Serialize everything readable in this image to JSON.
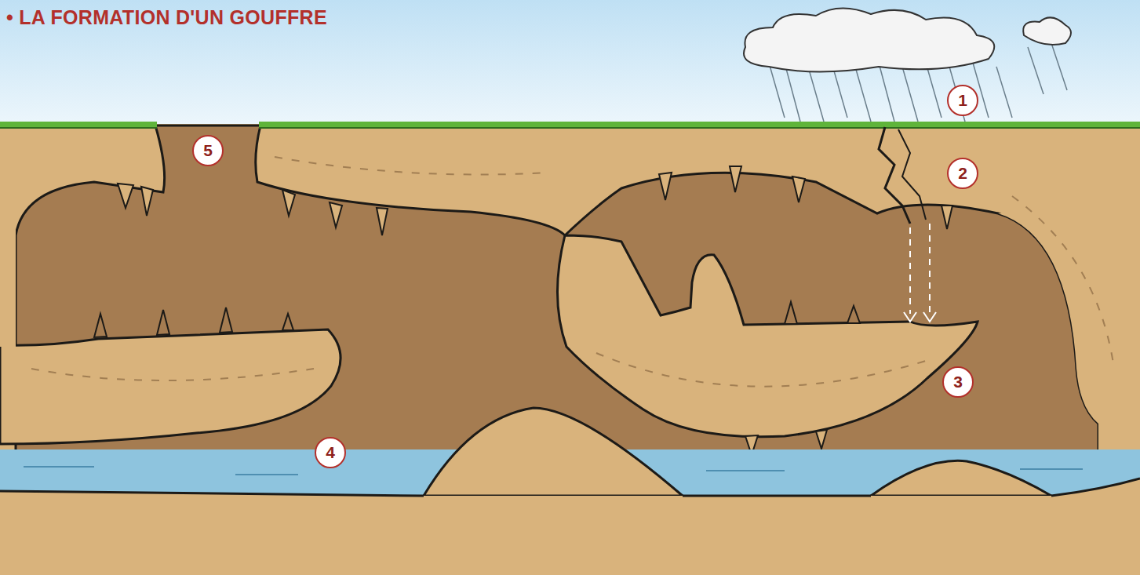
{
  "diagram": {
    "title": "• LA FORMATION D'UN GOUFFRE",
    "labels": [
      "1",
      "2",
      "3",
      "4",
      "5"
    ]
  }
}
